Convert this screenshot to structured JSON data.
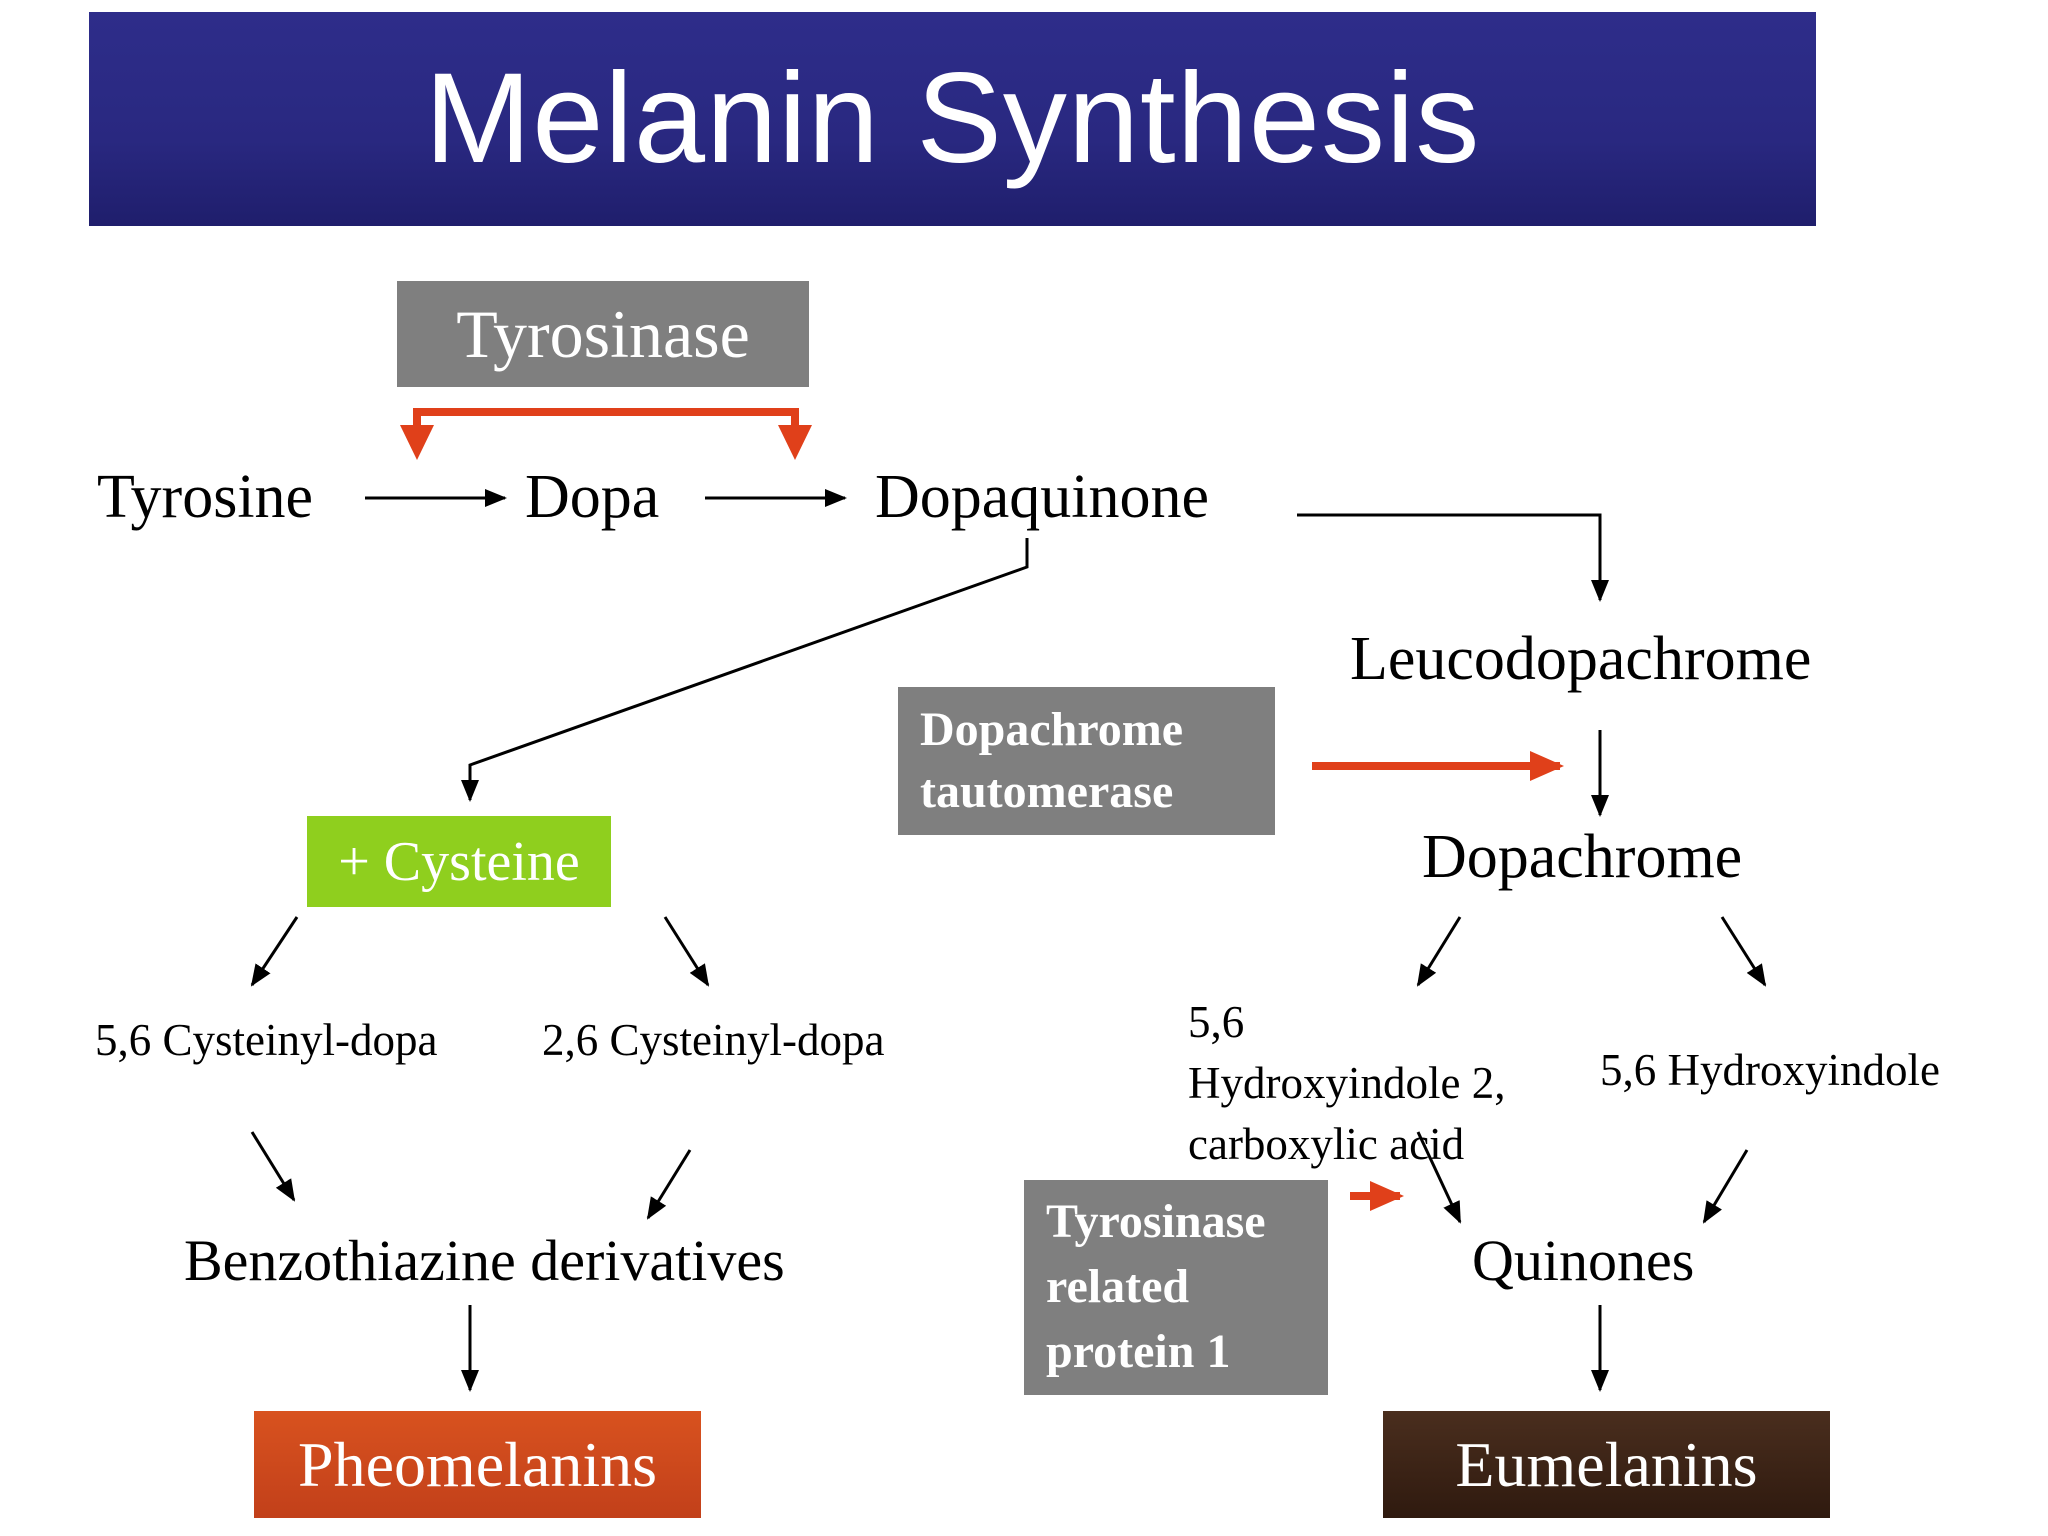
{
  "title": "Melanin Synthesis",
  "enzymes": {
    "tyrosinase": "Tyrosinase",
    "dopachrome_tautomerase_line1": "Dopachrome",
    "dopachrome_tautomerase_line2": "tautomerase",
    "trp1_line1": "Tyrosinase",
    "trp1_line2": "related",
    "trp1_line3": "protein 1"
  },
  "compounds": {
    "tyrosine": "Tyrosine",
    "dopa": "Dopa",
    "dopaquinone": "Dopaquinone",
    "leucodopachrome": "Leucodopachrome",
    "dopachrome": "Dopachrome",
    "cysteine": "+ Cysteine",
    "cysteinyl_56": "5,6 Cysteinyl-dopa",
    "cysteinyl_26": "2,6 Cysteinyl-dopa",
    "hydroxyindole_acid_line1": "5,6",
    "hydroxyindole_acid_line2": "Hydroxyindole 2,",
    "hydroxyindole_acid_line3": "carboxylic acid",
    "hydroxyindole": "5,6 Hydroxyindole",
    "benzothiazine": "Benzothiazine derivatives",
    "quinones": "Quinones",
    "pheomelanins": "Pheomelanins",
    "eumelanins": "Eumelanins"
  },
  "colors": {
    "title_bar": "#2b2a85",
    "enzyme_box": "#7f7f7f",
    "cysteine_box": "#8fcf1e",
    "pheomelanin_box": "#c94a1c",
    "eumelanin_box": "#3d2416",
    "red_arrow": "#e0401a"
  }
}
